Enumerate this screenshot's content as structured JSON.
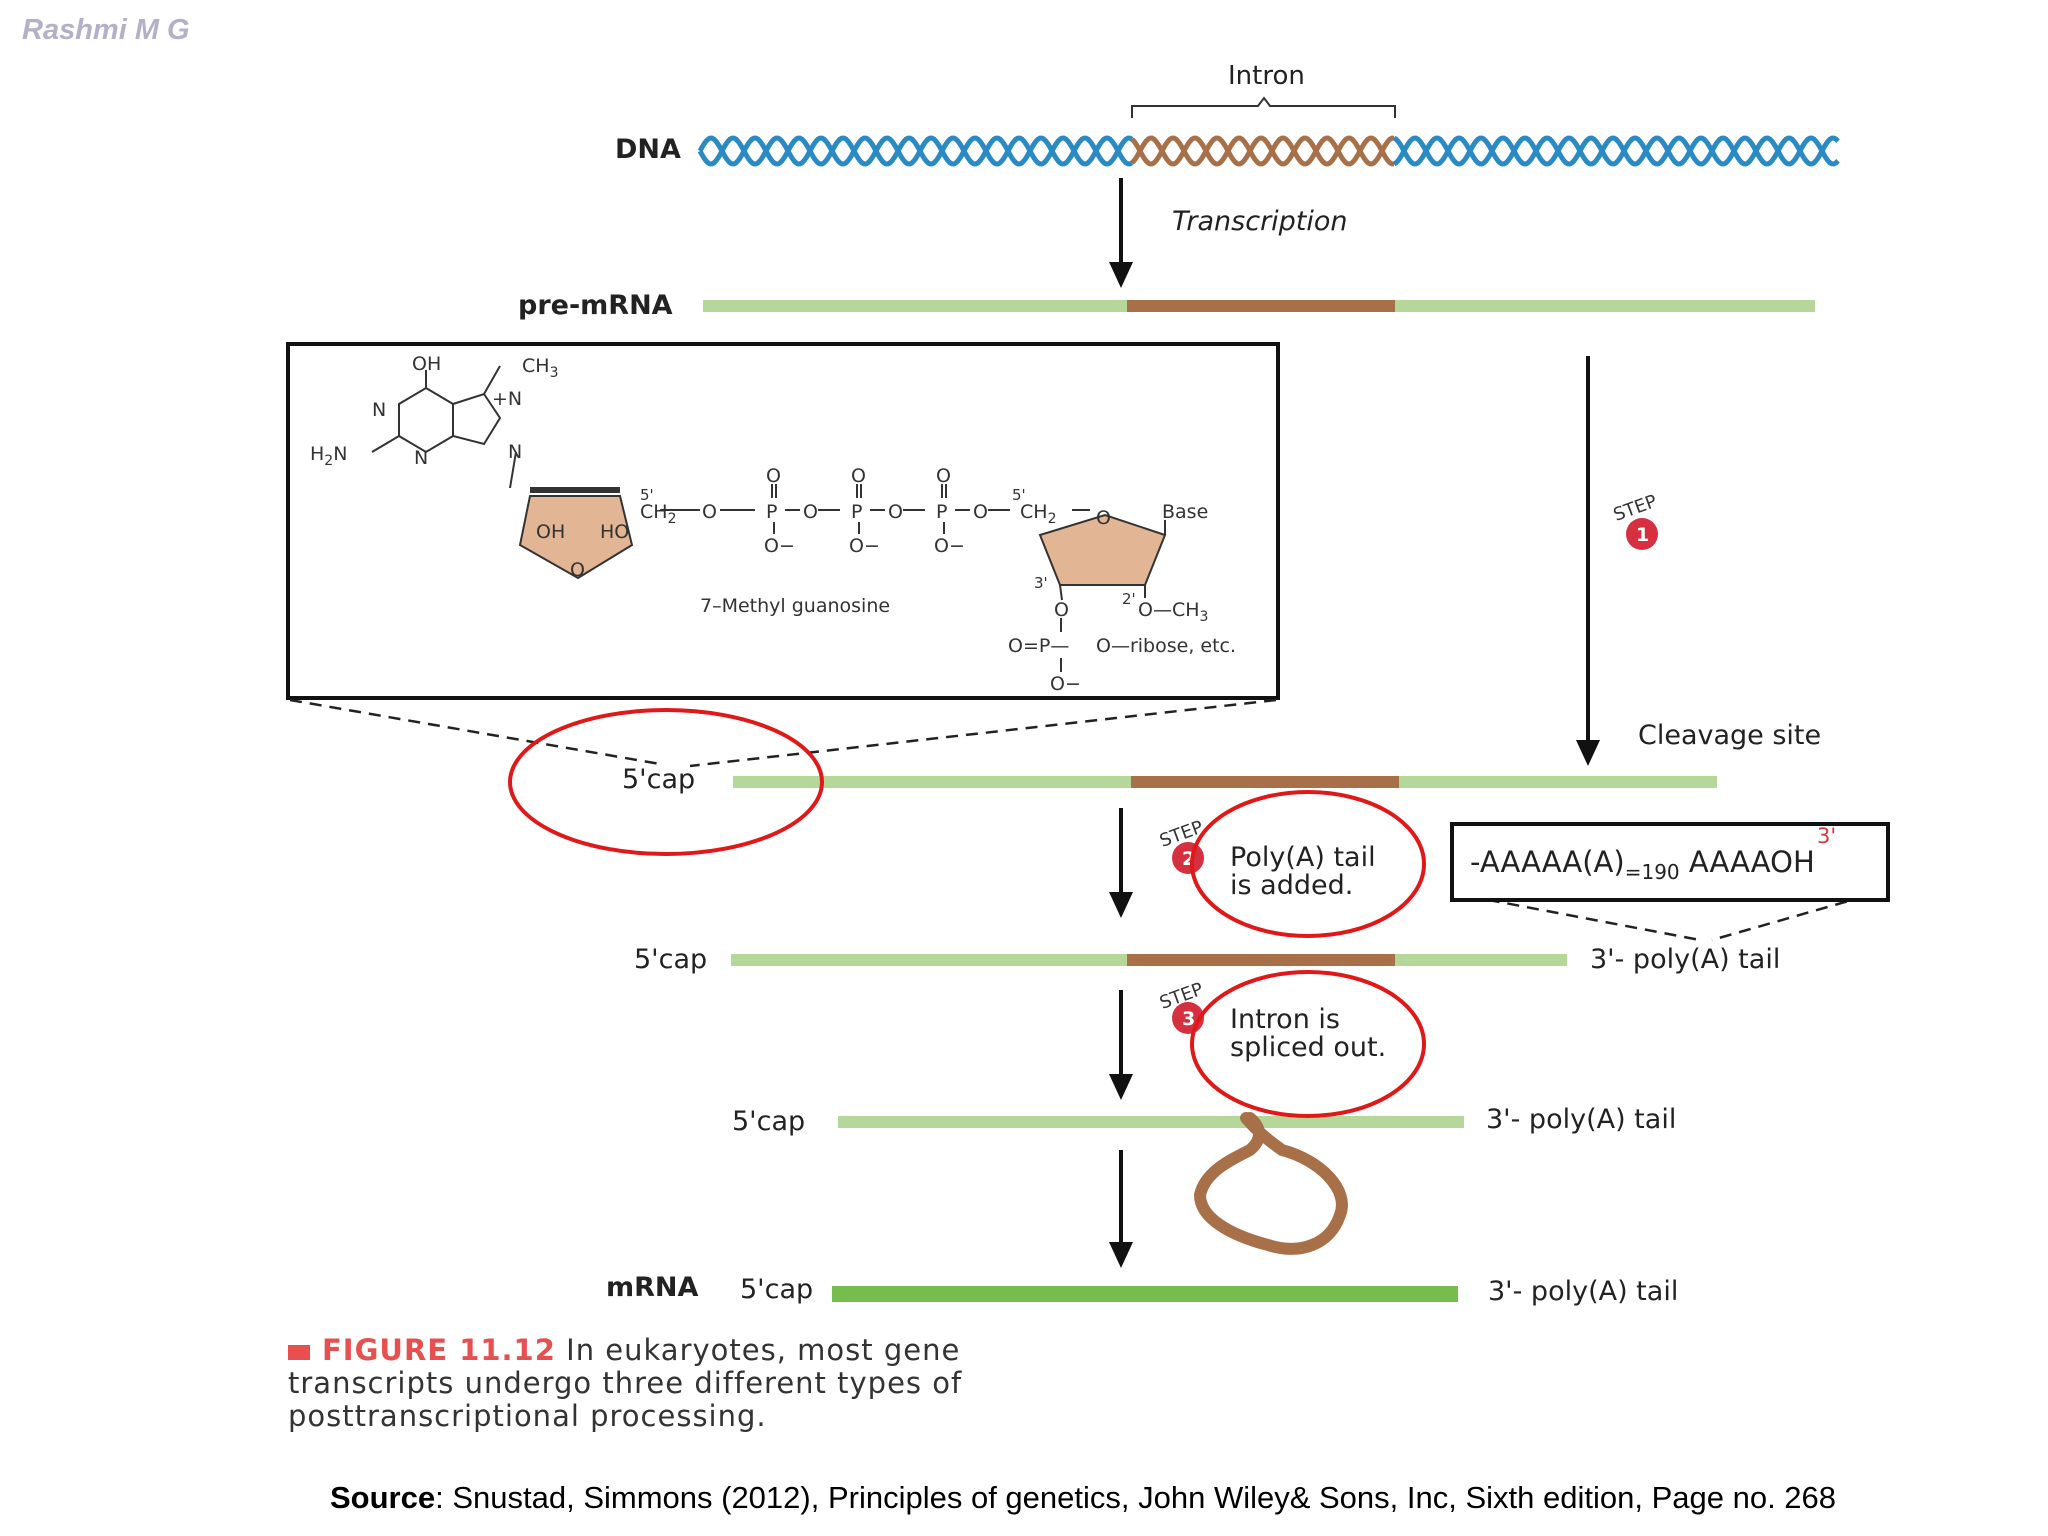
{
  "author": "Rashmi M G",
  "labels": {
    "dna": "DNA",
    "intron": "Intron",
    "transcription": "Transcription",
    "pre_mrna": "pre-mRNA",
    "cleavage_site": "Cleavage site",
    "cap_5": "5'cap",
    "tail_3": "3'- poly(A) tail",
    "mrna": "mRNA"
  },
  "steps": [
    {
      "number": "1",
      "word": "STEP"
    },
    {
      "number": "2",
      "word": "STEP",
      "line1": "Poly(A) tail",
      "line2": "is added."
    },
    {
      "number": "3",
      "word": "STEP",
      "line1": "Intron is",
      "line2": "spliced out."
    }
  ],
  "polya_box": {
    "prefix": "-AAAAA(A)",
    "subscript": "=190",
    "suffix": " AAAAOH",
    "three_prime": "3'"
  },
  "structure": {
    "oh": "OH",
    "ch3": "CH",
    "ch3_sub": "3",
    "h2n": "H",
    "h2n_sub": "2",
    "h2n_n": "N",
    "n": "N",
    "plus_n": "+N",
    "oh_ring": "OH",
    "ho_ring": "HO",
    "five_prime": "5'",
    "ch2": "CH",
    "ch2_sub": "2",
    "o": "O",
    "p": "P",
    "o_minus": "O−",
    "base": "Base",
    "three": "3'",
    "two": "2'",
    "och3": "O—CH",
    "methyl_guanosine": "7–Methyl guanosine",
    "ribose": "O—ribose, etc.",
    "o_eq_p": "O=P—"
  },
  "caption": {
    "figure": "FIGURE 11.12",
    "line1": "In eukaryotes, most gene",
    "line2": "transcripts undergo three different types of",
    "line3": "posttranscriptional processing."
  },
  "source": {
    "label": "Source",
    "text": ": Snustad, Simmons (2012), Principles of genetics, John Wiley& Sons, Inc, Sixth edition, Page no. 268"
  },
  "colors": {
    "exon": "#b5d89a",
    "intron": "#a87048",
    "dna_blue": "#2a8ac4",
    "mrna_green": "#76bd4e",
    "highlight_circle": "#e01818",
    "step_badge": "#d63040"
  }
}
